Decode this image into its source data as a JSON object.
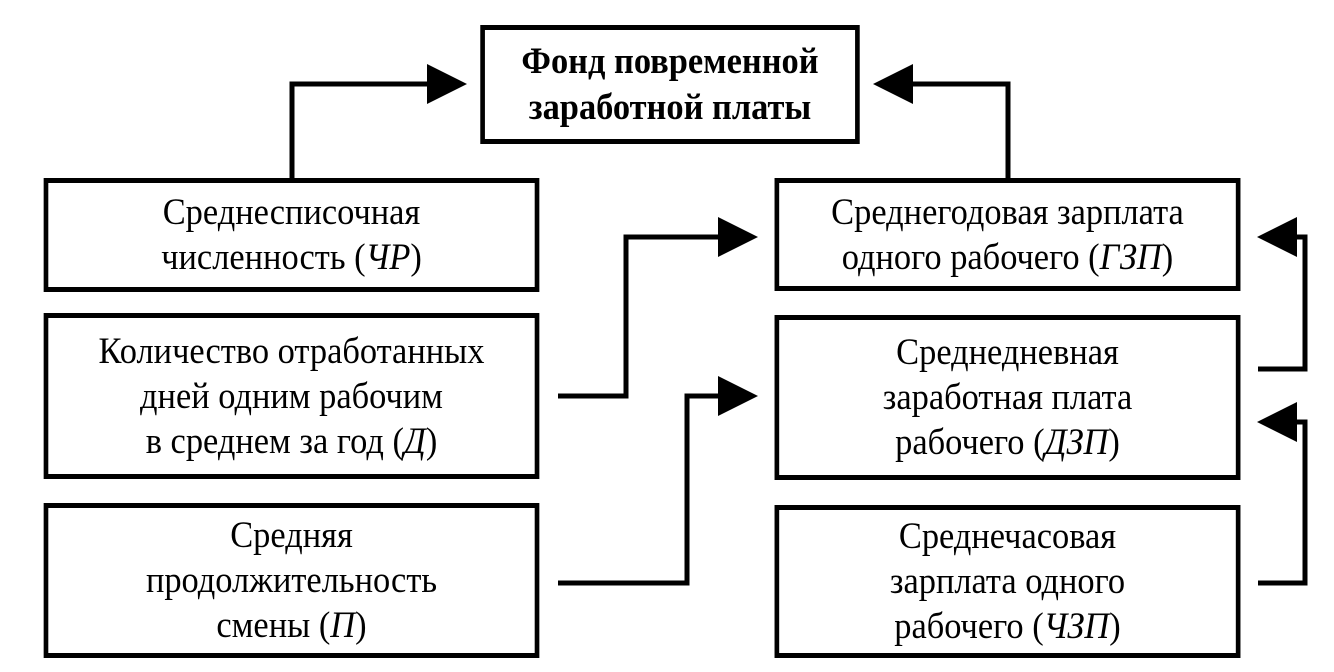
{
  "diagram": {
    "title_box": {
      "lines": [
        "Фонд повременной",
        "заработной платы"
      ]
    },
    "nodes": [
      {
        "id": "chr",
        "lines": [
          "Среднесписочная",
          "численность"
        ],
        "abbr": "ЧР"
      },
      {
        "id": "d",
        "lines": [
          "Количество отработанных",
          "дней одним рабочим",
          "в среднем за год"
        ],
        "abbr": "Д"
      },
      {
        "id": "p",
        "lines": [
          "Средняя",
          "продолжительность",
          "смены"
        ],
        "abbr": "П"
      },
      {
        "id": "gzp",
        "lines": [
          "Среднегодовая зарплата",
          "одного рабочего"
        ],
        "abbr": "ГЗП"
      },
      {
        "id": "dzp",
        "lines": [
          "Среднедневная",
          "заработная плата",
          "рабочего"
        ],
        "abbr": "ДЗП"
      },
      {
        "id": "chzp",
        "lines": [
          "Среднечасовая",
          "зарплата одного",
          "рабочего"
        ],
        "abbr": "ЧЗП"
      }
    ],
    "edges": [
      {
        "from": "chr",
        "to": "title"
      },
      {
        "from": "gzp",
        "to": "title"
      },
      {
        "from": "d",
        "to": "gzp"
      },
      {
        "from": "p",
        "to": "dzp"
      },
      {
        "from": "dzp",
        "to": "gzp"
      },
      {
        "from": "chzp",
        "to": "dzp"
      }
    ],
    "colors": {
      "line": "#000000",
      "background": "#ffffff"
    }
  }
}
